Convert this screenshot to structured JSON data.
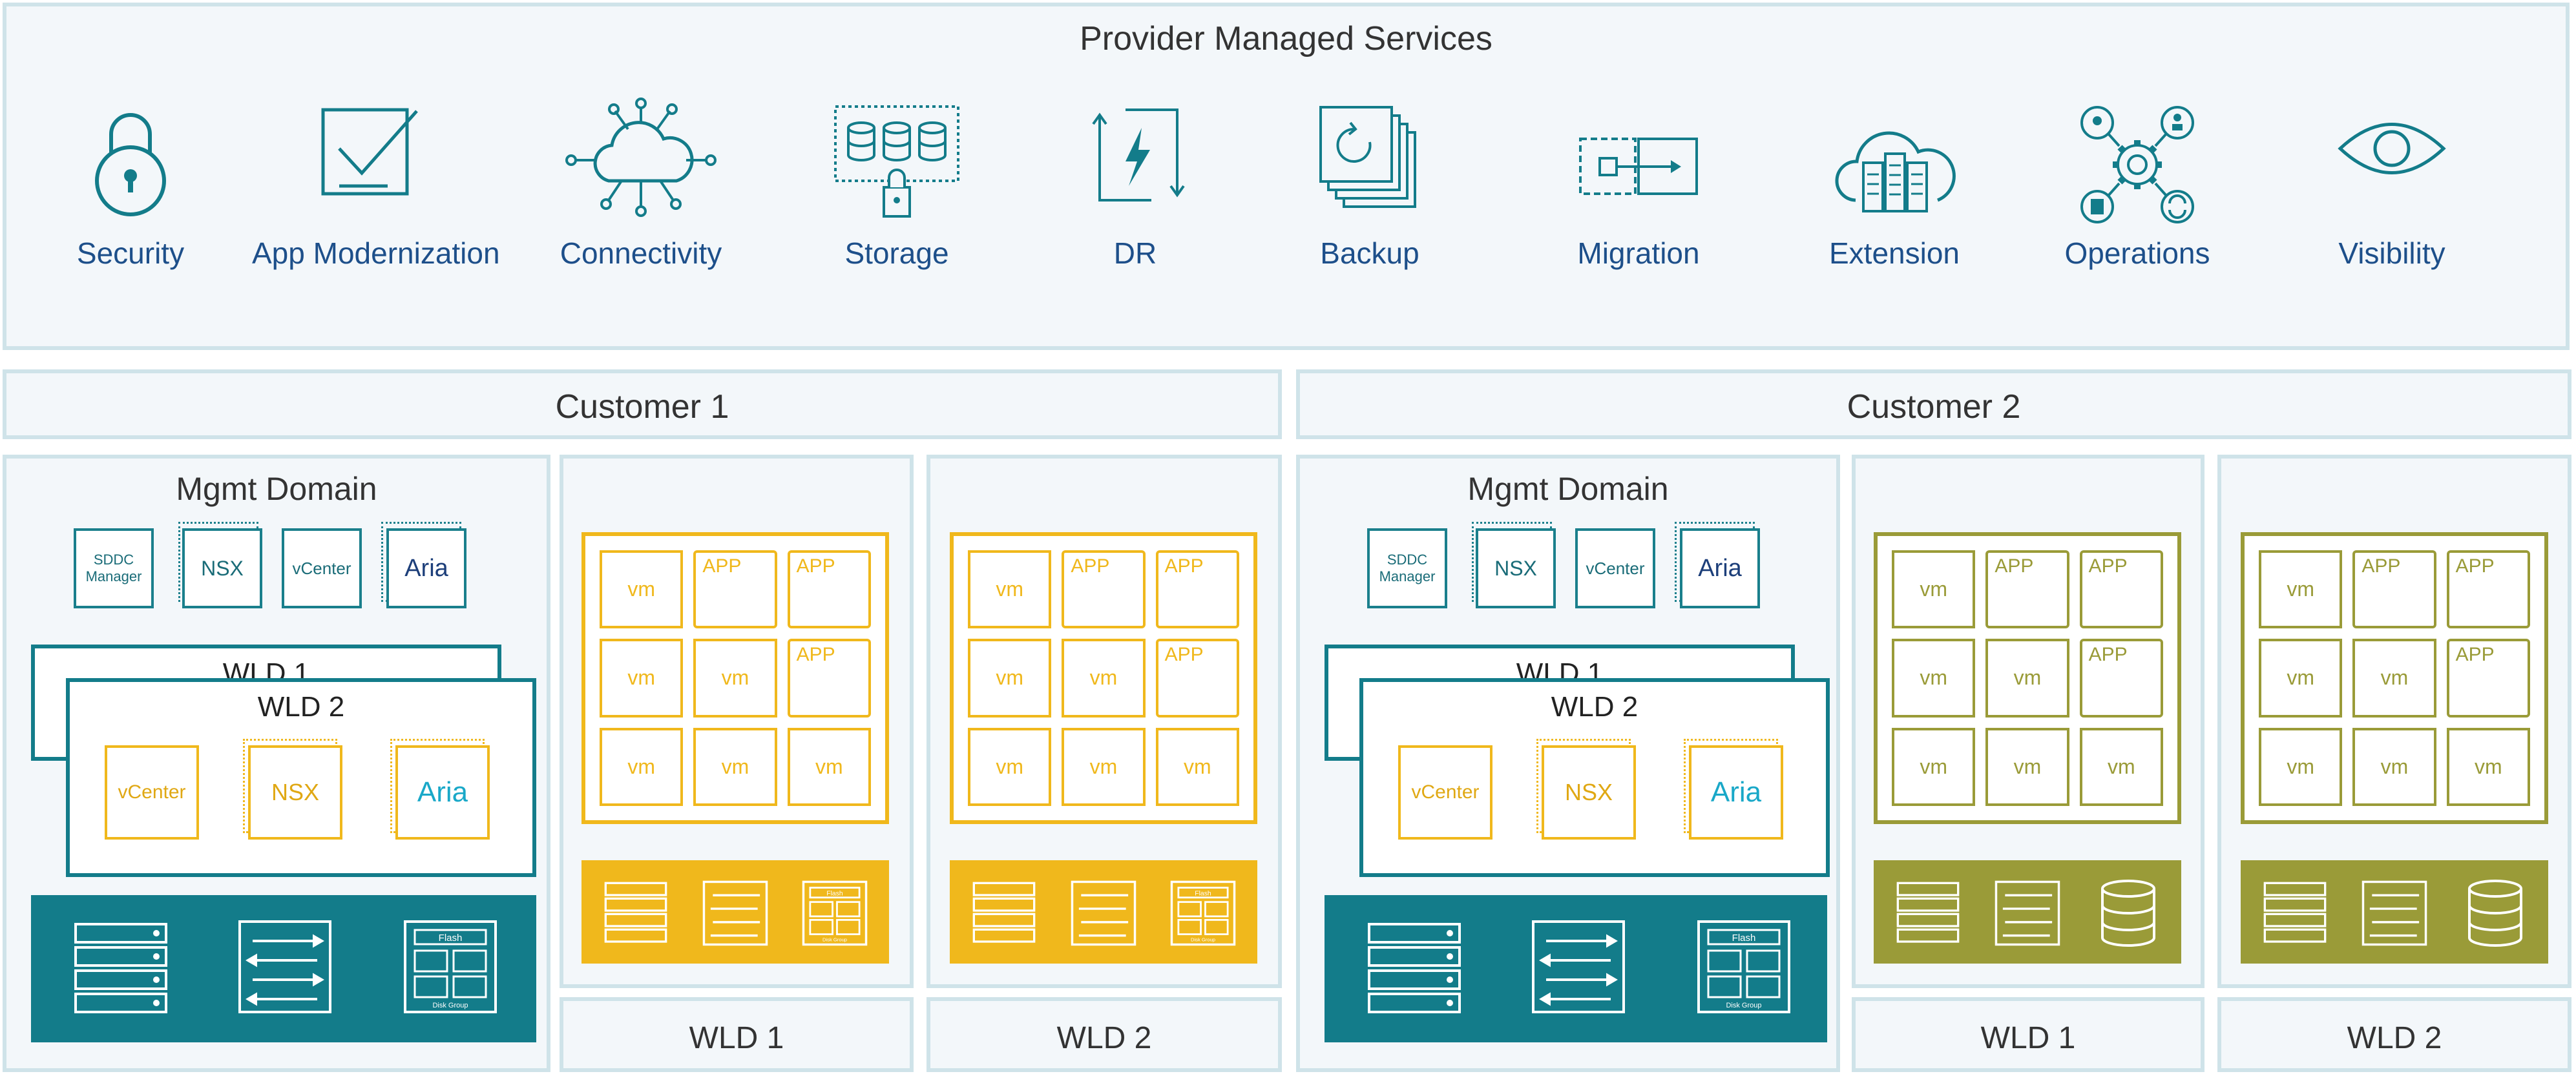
{
  "provider": {
    "title": "Provider Managed Services",
    "services": [
      {
        "label": "Security",
        "icon": "lock-icon"
      },
      {
        "label": "App Modernization",
        "icon": "checkbox-icon"
      },
      {
        "label": "Connectivity",
        "icon": "cloud-network-icon"
      },
      {
        "label": "Storage",
        "icon": "storage-lock-icon"
      },
      {
        "label": "DR",
        "icon": "lightning-icon"
      },
      {
        "label": "Backup",
        "icon": "backup-stack-icon"
      },
      {
        "label": "Migration",
        "icon": "migration-arrow-icon"
      },
      {
        "label": "Extension",
        "icon": "cloud-servers-icon"
      },
      {
        "label": "Operations",
        "icon": "gear-network-icon"
      },
      {
        "label": "Visibility",
        "icon": "eye-icon"
      }
    ]
  },
  "customers": [
    {
      "title": "Customer 1",
      "mgmt": {
        "title": "Mgmt Domain",
        "tiles": [
          "SDDC\nManager",
          "NSX",
          "vCenter",
          "Aria"
        ],
        "wld_back": "WLD 1",
        "wld_front": "WLD 2",
        "wld_tiles": [
          "vCenter",
          "NSX",
          "Aria"
        ],
        "infra_labels": [
          "Flash",
          "Disk Group"
        ]
      },
      "workloads": [
        {
          "label": "WLD 1",
          "cells": [
            "vm",
            "APP",
            "APP",
            "vm",
            "vm",
            "APP",
            "vm",
            "vm",
            "vm"
          ],
          "infra_labels": [
            "Flash",
            "Disk Group"
          ]
        },
        {
          "label": "WLD 2",
          "cells": [
            "vm",
            "APP",
            "APP",
            "vm",
            "vm",
            "APP",
            "vm",
            "vm",
            "vm"
          ],
          "infra_labels": [
            "Flash",
            "Disk Group"
          ]
        }
      ]
    },
    {
      "title": "Customer 2",
      "mgmt": {
        "title": "Mgmt Domain",
        "tiles": [
          "SDDC\nManager",
          "NSX",
          "vCenter",
          "Aria"
        ],
        "wld_back": "WLD 1",
        "wld_front": "WLD 2",
        "wld_tiles": [
          "vCenter",
          "NSX",
          "Aria"
        ],
        "infra_labels": [
          "Flash",
          "Disk Group"
        ]
      },
      "workloads": [
        {
          "label": "WLD 1",
          "cells": [
            "vm",
            "APP",
            "APP",
            "vm",
            "vm",
            "APP",
            "vm",
            "vm",
            "vm"
          ]
        },
        {
          "label": "WLD 2",
          "cells": [
            "vm",
            "APP",
            "APP",
            "vm",
            "vm",
            "APP",
            "vm",
            "vm",
            "vm"
          ]
        }
      ]
    }
  ],
  "colors": {
    "teal": "#137c8a",
    "yellow": "#f0b81c",
    "olive": "#9a9b38",
    "navy": "#1d4f8a",
    "panel_bg": "#f3f7fa",
    "panel_border": "#cfe3e9"
  }
}
